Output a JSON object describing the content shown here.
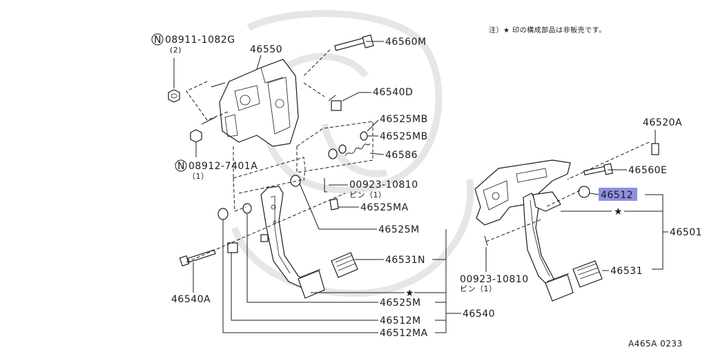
{
  "note": "注）★ 印の構成部品は非販売です。",
  "drawing_code": "A465A 0233",
  "star_symbol": "★",
  "parts": {
    "p46560M": "46560M",
    "p46550": "46550",
    "nut1_code": "08911-1082G",
    "nut1_qty": "(2)",
    "p46540D": "46540D",
    "p46525MB_1": "46525MB",
    "p46525MB_2": "46525MB",
    "p46586": "46586",
    "nut2_code": "08912-7401A",
    "nut2_qty": "（1）",
    "pin1_code": "00923-10810",
    "pin1_sub": "ピン（1）",
    "p46525MA": "46525MA",
    "p46525M": "46525M",
    "p46531N": "46531N",
    "p46540A": "46540A",
    "p46525M_2": "46525M",
    "p46512M": "46512M",
    "p46540": "46540",
    "p46512MA": "46512MA",
    "p46520A": "46520A",
    "p46560E": "46560E",
    "p46512": "46512",
    "p46501": "46501",
    "pin2_code": "00923-10810",
    "pin2_sub": "ピン（1）",
    "p46531": "46531"
  },
  "highlight_color": "#8f8fe0"
}
